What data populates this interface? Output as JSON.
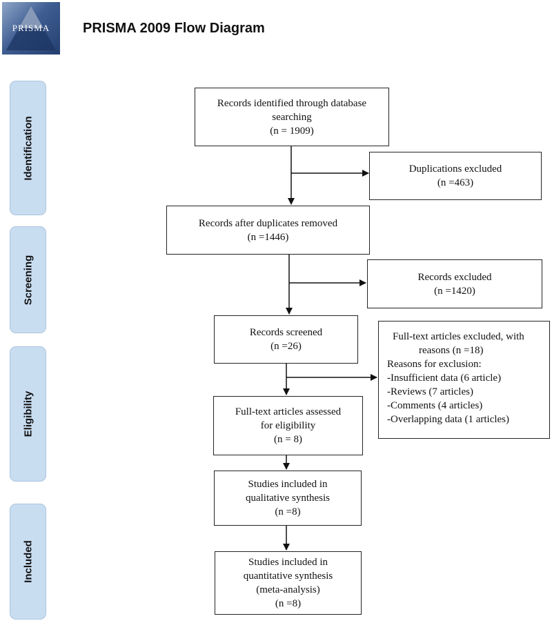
{
  "header": {
    "logo_text": "PRISMA",
    "title": "PRISMA 2009 Flow Diagram"
  },
  "stages": {
    "identification": "Identification",
    "screening": "Screening",
    "eligibility": "Eligibility",
    "included": "Included"
  },
  "boxes": {
    "identified": [
      "Records identified through database",
      "searching",
      "(n = 1909)"
    ],
    "duplicates_excluded": [
      "Duplications excluded",
      "(n =463)"
    ],
    "after_duplicates": [
      "Records after duplicates removed",
      "(n =1446)"
    ],
    "records_excluded": [
      "Records excluded",
      "(n =1420)"
    ],
    "screened": [
      "Records screened",
      "(n =26)"
    ],
    "fulltext_excluded": [
      "Full-text articles excluded, with",
      "reasons (n =18)",
      "Reasons for exclusion:",
      "-Insufficient data (6 article)",
      "-Reviews (7 articles)",
      "-Comments (4 articles)",
      "-Overlapping data (1 articles)"
    ],
    "assessed": [
      "Full-text articles assessed",
      "for eligibility",
      "(n = 8)"
    ],
    "qualitative": [
      "Studies included in",
      "qualitative synthesis",
      "(n =8)"
    ],
    "quantitative": [
      "Studies included in",
      "quantitative synthesis",
      "(meta-analysis)",
      "(n =8)"
    ]
  },
  "colors": {
    "stage_fill": "#c9ddf1",
    "box_border": "#222222",
    "logo_blue": "#3f5e92"
  }
}
